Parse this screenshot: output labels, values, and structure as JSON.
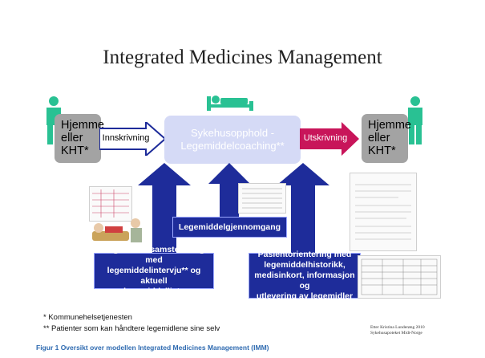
{
  "title": "Integrated Medicines Management",
  "left_box": "Hjemme\neller\nKHT*",
  "right_box": "Hjemme\neller\nKHT*",
  "center_box": "Sykehusopphold -\nLegemiddelcoaching**",
  "arrow_in": "Innskrivning",
  "arrow_out": "Utskrivning",
  "box_reconciliation": "Legemiddelsamstemning med\nlegemiddelintervju** og aktuell\nlegemiddelliste",
  "box_review": "Legemiddelgjennomgang",
  "box_counseling": "Pasientorientering med\nlegemiddelhistorikk,\nmedisinkort, informasjon og\nutlevering av legemidler",
  "footnote1": "* Kommunehelsetjenesten",
  "footnote2": "** Patienter som kan håndtere legemidlene sine selv",
  "credit": "Etter Kristina Lunderøng 2010\nSykehusapoteket Midt-Norge",
  "caption": "Figur 1 Oversikt over modellen Integrated Medicines Management (IMM)",
  "colors": {
    "person": "#29c193",
    "arrow_blue": "#1e2c9a",
    "arrow_red": "#c8155a",
    "center_box": "#d5daf6",
    "home_box": "#a3a3a3",
    "caption": "#2e6ab0"
  }
}
